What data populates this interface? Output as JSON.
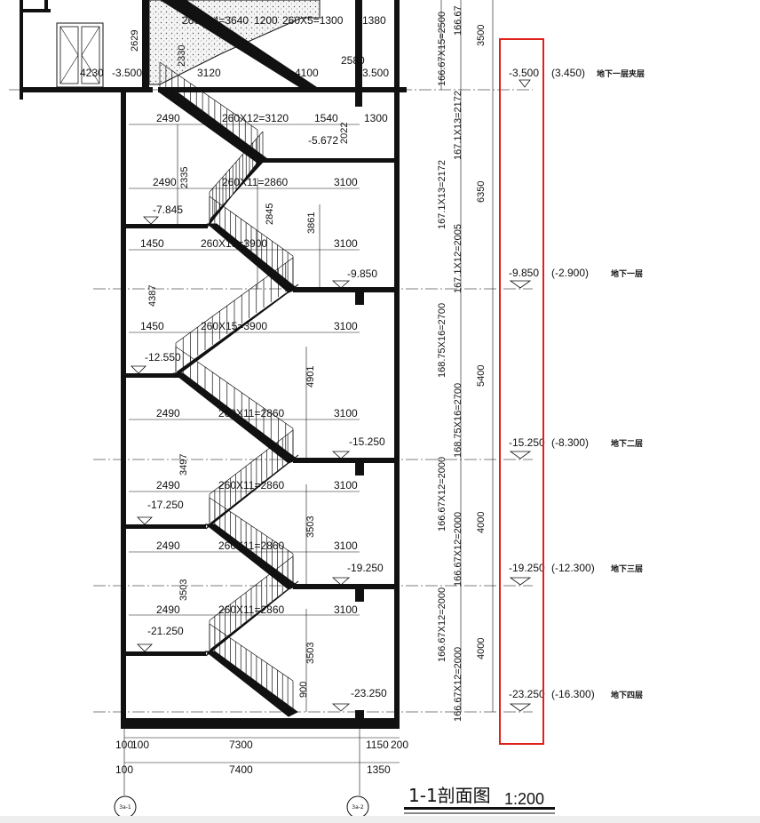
{
  "title": "1-1剖面图",
  "scale": "1:200",
  "axes": [
    "3a-1",
    "3a-2"
  ],
  "highlight_color": "#e0201b",
  "top_dims": {
    "flight": "260X14=3640",
    "flight2": "1200",
    "flight3": "260X5=1300",
    "d1380": "1380",
    "d2629": "2629",
    "d2330": "2330",
    "d4230": "4230",
    "lvl_top": "-3.500",
    "d3120": "3120",
    "d4100": "4100",
    "d2580": "2580",
    "lvl_top2": "-3.500",
    "riser_top": "166.67X15=2500",
    "d166": "166.67",
    "d3500": "3500"
  },
  "mid_dims": {
    "d2490a": "2490",
    "f1": "260X12=3120",
    "d1540": "1540",
    "d1300": "1300",
    "l5672": "-5.672",
    "d2022": "2022",
    "d2335": "2335",
    "d2490b": "2490",
    "f2": "260X11=2860",
    "d3100a": "3100",
    "l7845": "-7.845",
    "d2845": "2845",
    "d3861": "3861",
    "d1450a": "1450",
    "f3": "260X15=3900",
    "d3100b": "3100",
    "l9850": "-9.850",
    "d4387": "4387",
    "d1450b": "1450",
    "f4": "260X15=3900",
    "d3100c": "3100",
    "l12550": "-12.550",
    "d4901": "4901",
    "d2490c": "2490",
    "f5": "260X11=2860",
    "d3100d": "3100",
    "l15250": "-15.250",
    "d3497": "3497",
    "d2490d": "2490",
    "f6": "260X11=2860",
    "d3100e": "3100",
    "l17250": "-17.250",
    "d3503a": "3503",
    "d2490e": "2490",
    "f7": "260X11=2860",
    "d3100f": "3100",
    "l19250": "-19.250",
    "d3503b": "3503",
    "d2490f": "2490",
    "f8": "260X11=2860",
    "d3100g": "3100",
    "l21250": "-21.250",
    "d3503c": "3503",
    "d900": "900",
    "l23250": "-23.250"
  },
  "riser_dims": {
    "r1": "167.1X13=2172",
    "r2": "167.1X13=2172",
    "r3": "167.1X12=2005",
    "r4": "168.75X16=2700",
    "r5": "168.75X16=2700",
    "r6": "166.67X12=2000",
    "r7": "166.67X12=2000",
    "r8": "166.67X12=2000",
    "r9": "166.67X12=2000",
    "h6350": "6350",
    "h5400": "5400",
    "h4000a": "4000",
    "h4000b": "4000"
  },
  "bottom_dims": {
    "b100a": "100",
    "b100b": "100",
    "b7300": "7300",
    "b1150": "1150",
    "b200": "200",
    "b100c": "100",
    "b7400": "7400",
    "b1350": "1350"
  },
  "levels": [
    {
      "elev": "-3.500",
      "rel": "(3.450)",
      "name": "地下一层夹层"
    },
    {
      "elev": "-9.850",
      "rel": "(-2.900)",
      "name": "地下一层"
    },
    {
      "elev": "-15.250",
      "rel": "(-8.300)",
      "name": "地下二层"
    },
    {
      "elev": "-19.250",
      "rel": "(-12.300)",
      "name": "地下三层"
    },
    {
      "elev": "-23.250",
      "rel": "(-16.300)",
      "name": "地下四层"
    }
  ]
}
